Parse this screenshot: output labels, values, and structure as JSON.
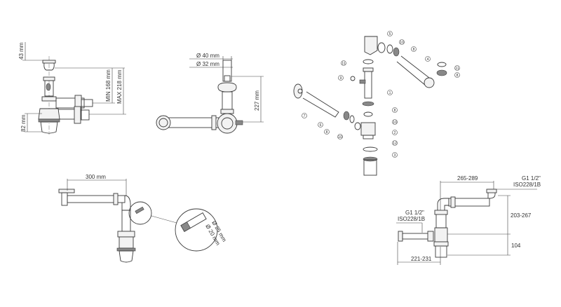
{
  "view_side": {
    "dim_top": "43 mm",
    "dim_min": "MIN 168 mm",
    "dim_max": "MAX 218 mm",
    "dim_bottom": "82 mm"
  },
  "view_front": {
    "dia_outer": "Ø 40 mm",
    "dia_inner": "Ø 32 mm",
    "height": "227 mm"
  },
  "view_exploded": {
    "callouts": [
      "5",
      "10",
      "8",
      "4",
      "11",
      "8",
      "11",
      "9",
      "1",
      "8",
      "10",
      "2",
      "12",
      "3",
      "7",
      "6",
      "8",
      "10"
    ]
  },
  "view_detail": {
    "length": "300 mm",
    "dia_outer": "Ø 25 mm",
    "dia_inner": "Ø 20 mm"
  },
  "view_install": {
    "width_top": "265-289",
    "thread_top": "G1 1/2\"",
    "standard_top": "ISO228/1B",
    "height_upper": "203-267",
    "thread_left": "G1 1/2\"",
    "standard_left": "ISO228/1B",
    "height_lower": "104",
    "width_bottom": "221-231"
  }
}
